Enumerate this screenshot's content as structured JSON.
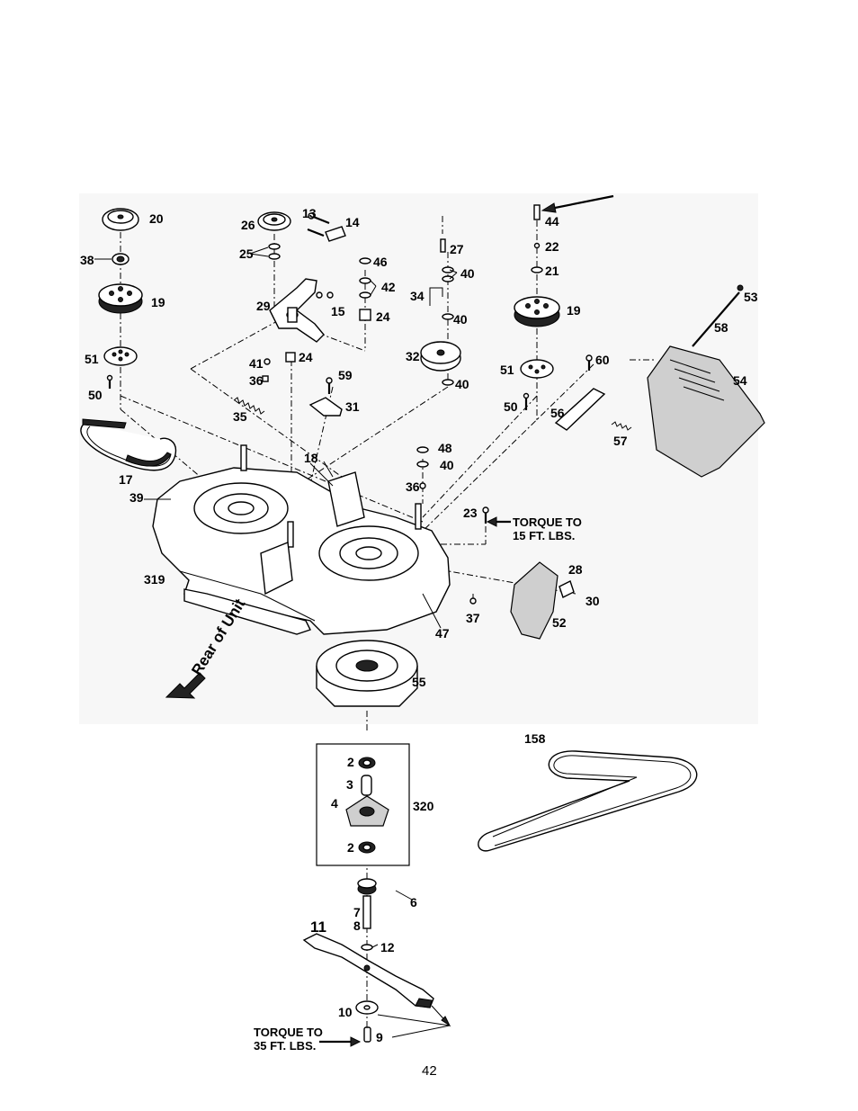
{
  "page_number": "42",
  "labels": {
    "p2a": "2",
    "p2b": "2",
    "p3": "3",
    "p4": "4",
    "p6": "6",
    "p7": "7",
    "p8": "8",
    "p9": "9",
    "p10": "10",
    "p11": "11",
    "p12": "12",
    "p13": "13",
    "p14": "14",
    "p15": "15",
    "p17": "17",
    "p18": "18",
    "p19a": "19",
    "p19b": "19",
    "p20": "20",
    "p21": "21",
    "p22": "22",
    "p23": "23",
    "p24a": "24",
    "p24b": "24",
    "p25": "25",
    "p26": "26",
    "p27": "27",
    "p28": "28",
    "p29": "29",
    "p30": "30",
    "p31": "31",
    "p32": "32",
    "p34": "34",
    "p35": "35",
    "p36a": "36",
    "p36b": "36",
    "p37": "37",
    "p38": "38",
    "p39": "39",
    "p40a": "40",
    "p40b": "40",
    "p40c": "40",
    "p40d": "40",
    "p41": "41",
    "p42": "42",
    "p44": "44",
    "p46": "46",
    "p47": "47",
    "p48": "48",
    "p50a": "50",
    "p50b": "50",
    "p51a": "51",
    "p51b": "51",
    "p52": "52",
    "p53": "53",
    "p54": "54",
    "p55": "55",
    "p56": "56",
    "p57": "57",
    "p58": "58",
    "p59": "59",
    "p60": "60",
    "p158": "158",
    "p319": "319",
    "p320": "320"
  },
  "notes": {
    "torque15_line1": "TORQUE TO",
    "torque15_line2": "15 FT. LBS.",
    "torque35_line1": "TORQUE TO",
    "torque35_line2": "35 FT. LBS.",
    "rear_of_unit": "Rear of Unit"
  }
}
